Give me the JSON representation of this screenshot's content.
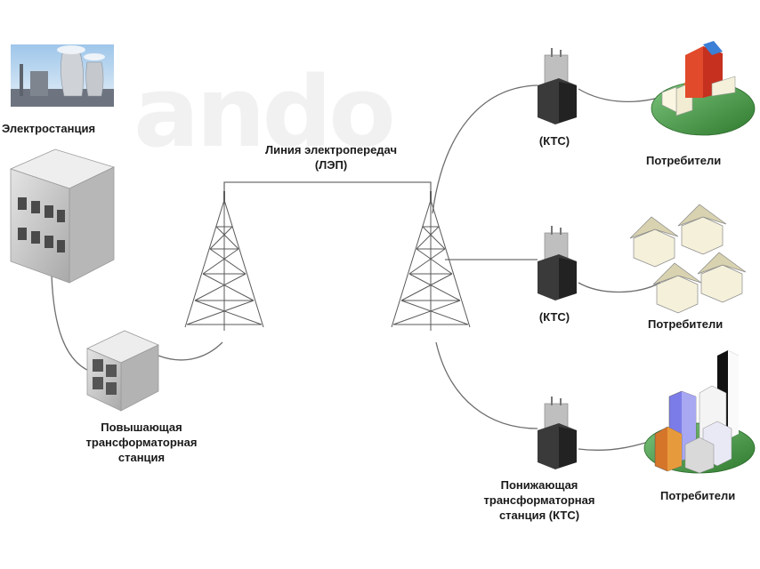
{
  "labels": {
    "power_plant": "Электростанция",
    "power_line_1": "Линия электропередач",
    "power_line_2": "(ЛЭП)",
    "step_up_1": "Повышающая",
    "step_up_2": "трансформаторная",
    "step_up_3": "станция",
    "kts": "(КТС)",
    "step_down_1": "Понижающая",
    "step_down_2": "трансформаторная",
    "step_down_3": "станция (КТС)",
    "consumers": "Потребители"
  },
  "colors": {
    "line": "#6e6e6e",
    "tower": "#5a5a5a",
    "building": "#c9c9c9",
    "grass": "#3f8f3f",
    "roof": "#e07a1f",
    "tall_red": "#d2362b",
    "tall_blue": "#6a6ad8"
  }
}
